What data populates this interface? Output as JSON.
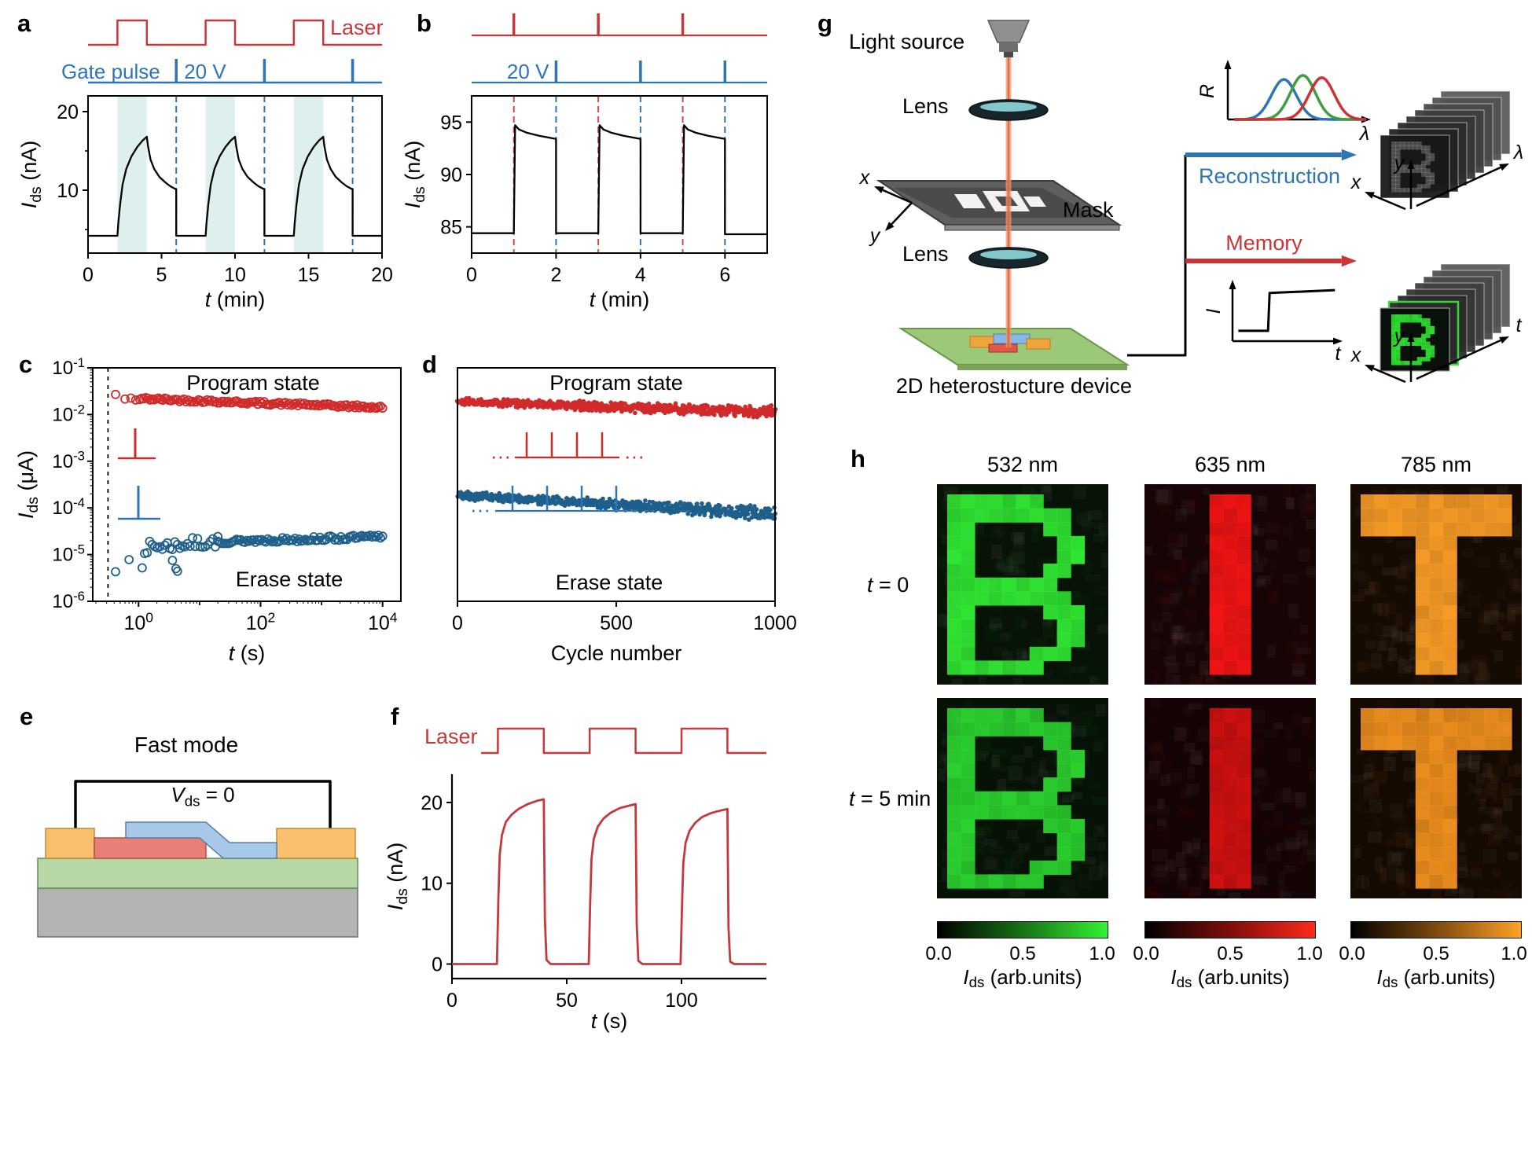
{
  "panel_labels": {
    "a": "a",
    "b": "b",
    "c": "c",
    "d": "d",
    "e": "e",
    "f": "f",
    "g": "g",
    "h": "h"
  },
  "chart_data": [
    {
      "id": "a",
      "type": "line",
      "xlabel": {
        "sym": "t",
        "rest": " (min)"
      },
      "ylabel": {
        "sym": "I",
        "sub": "ds",
        "rest": " (nA)"
      },
      "xlim": [
        0,
        20
      ],
      "ylim": [
        2,
        22
      ],
      "xticks": [
        0,
        5,
        10,
        15,
        20
      ],
      "yticks": [
        10,
        20
      ],
      "yticks_minor": [
        5,
        15
      ],
      "laser": {
        "label": "Laser",
        "color": "#c5393c",
        "high_intervals": [
          [
            2,
            4
          ],
          [
            8,
            10
          ],
          [
            14,
            16
          ]
        ]
      },
      "gate": {
        "label": "Gate pulse",
        "voltage": "20 V",
        "color": "#2e75b6",
        "pulse_times": [
          6,
          12,
          18
        ]
      },
      "shade_color": "#def0ee",
      "series": [
        {
          "name": "Ids",
          "color": "#000000",
          "cycle_offsets": [
            0,
            6,
            12
          ],
          "cycle_points": [
            [
              0,
              4.2
            ],
            [
              2,
              4.2
            ],
            [
              2.06,
              5.8
            ],
            [
              2.18,
              8.2
            ],
            [
              2.35,
              10.7
            ],
            [
              2.6,
              12.7
            ],
            [
              2.95,
              14.3
            ],
            [
              3.35,
              15.5
            ],
            [
              3.7,
              16.3
            ],
            [
              4,
              16.8
            ],
            [
              4.08,
              15.6
            ],
            [
              4.25,
              13.9
            ],
            [
              4.5,
              12.7
            ],
            [
              4.85,
              11.7
            ],
            [
              5.25,
              11.0
            ],
            [
              5.6,
              10.5
            ],
            [
              6,
              10.1
            ]
          ],
          "tail": [
            [
              18,
              4.2
            ],
            [
              20,
              4.2
            ]
          ]
        }
      ]
    },
    {
      "id": "b",
      "type": "line",
      "xlabel": {
        "sym": "t",
        "rest": " (min)"
      },
      "ylabel": {
        "sym": "I",
        "sub": "ds",
        "rest": " (nA)"
      },
      "xlim": [
        0,
        7
      ],
      "ylim": [
        82.5,
        97.5
      ],
      "xticks": [
        0,
        2,
        4,
        6
      ],
      "yticks": [
        85,
        90,
        95
      ],
      "laser": {
        "color": "#c5393c",
        "pulse_times": [
          1,
          3,
          5
        ]
      },
      "gate": {
        "voltage": "20 V",
        "color": "#2e75b6",
        "pulse_times": [
          2,
          4,
          6
        ]
      },
      "vlines_red": [
        1,
        3,
        5
      ],
      "vlines_bl": [
        2,
        4,
        6
      ],
      "series": [
        {
          "name": "Ids",
          "color": "#000000",
          "cycle_offsets": [
            0,
            2,
            4
          ],
          "cycle_points": [
            [
              0,
              84.4
            ],
            [
              1,
              84.4
            ],
            [
              1.03,
              94.7
            ],
            [
              1.12,
              94.3
            ],
            [
              1.3,
              94.0
            ],
            [
              1.6,
              93.7
            ],
            [
              2,
              93.4
            ]
          ],
          "tail": [
            [
              6,
              84.3
            ],
            [
              7,
              84.3
            ]
          ]
        }
      ]
    },
    {
      "id": "c",
      "type": "scatter",
      "xlabel": {
        "sym": "t",
        "rest": " (s)"
      },
      "ylabel": {
        "sym": "I",
        "sub": "ds",
        "rest": " (μA)"
      },
      "xscale": "log",
      "yscale": "log",
      "xlim_log": [
        -0.75,
        4.3
      ],
      "ylim_log": [
        -6,
        -1
      ],
      "xtick_exps": [
        0,
        2,
        4
      ],
      "xtick_minor_exps": [
        1,
        3
      ],
      "ytick_exps": [
        -1,
        -2,
        -3,
        -4,
        -5,
        -6
      ],
      "vline_dashed_x_log": -0.5,
      "annotations": {
        "program": "Program state",
        "erase": "Erase state"
      },
      "program": {
        "color": "#d02a2a",
        "marker": "open-circle",
        "lead_points": [
          [
            0.42,
            0.027
          ],
          [
            0.6,
            0.0215
          ],
          [
            0.75,
            0.0225
          ],
          [
            0.9,
            0.0205
          ],
          [
            1.05,
            0.021
          ]
        ],
        "trend": {
          "t_log": [
            0.05,
            4.0
          ],
          "y_log": [
            -1.66,
            -1.85
          ],
          "n": 115,
          "jitter": 0.035
        }
      },
      "erase": {
        "color": "#1f5f8b",
        "marker": "open-circle",
        "lead_points": [
          [
            0.42,
            4.3e-06
          ],
          [
            0.7,
            7.8e-06
          ],
          [
            1.15,
            5.2e-06
          ],
          [
            3.6,
            7.5e-06
          ],
          [
            4.1,
            5e-06
          ],
          [
            4.35,
            4.4e-06
          ]
        ],
        "cluster": {
          "t_log": [
            0.1,
            1.3
          ],
          "y_log": [
            -4.85,
            -4.72
          ],
          "n": 30,
          "jitter": 0.13
        },
        "trend": {
          "t_log": [
            1.3,
            4.0
          ],
          "y_log": [
            -4.72,
            -4.62
          ],
          "n": 80,
          "jitter": 0.05
        }
      },
      "pulse_icons": {
        "red_color": "#d02a2a",
        "blue_color": "#2e75b6"
      }
    },
    {
      "id": "d",
      "type": "scatter",
      "xlabel": {
        "text": "Cycle number"
      },
      "xlim": [
        0,
        1000
      ],
      "xticks": [
        0,
        500,
        1000
      ],
      "annotations": {
        "program": "Program state",
        "erase": "Erase state"
      },
      "program_band": {
        "color": "#d02a2a",
        "n": 650,
        "yfrac": [
          0.145,
          0.19
        ],
        "jitter": 0.018
      },
      "erase_band": {
        "color": "#1f5f8b",
        "n": 650,
        "yfrac": [
          0.545,
          0.625
        ],
        "jitter": 0.02
      },
      "pulse_trains": {
        "red": "#d02a2a",
        "blue": "#2e75b6",
        "dots": "···"
      }
    },
    {
      "id": "f",
      "type": "line",
      "xlabel": {
        "sym": "t",
        "rest": " (s)"
      },
      "ylabel": {
        "sym": "I",
        "sub": "ds",
        "rest": " (nA)"
      },
      "xlim": [
        0,
        137
      ],
      "ylim": [
        -1.8,
        23.5
      ],
      "xticks": [
        0,
        50,
        100
      ],
      "yticks": [
        0,
        10,
        20
      ],
      "laser": {
        "label": "Laser",
        "color": "#c5393c",
        "high_intervals": [
          [
            20,
            40
          ],
          [
            60,
            80
          ],
          [
            100,
            120
          ]
        ]
      },
      "series": [
        {
          "name": "Ids",
          "color": "#c5393c",
          "points": [
            [
              0,
              0
            ],
            [
              19.6,
              0
            ],
            [
              20.2,
              8
            ],
            [
              20.8,
              13.5
            ],
            [
              21.8,
              16
            ],
            [
              23.5,
              17.6
            ],
            [
              26,
              18.5
            ],
            [
              29,
              19.2
            ],
            [
              33,
              19.8
            ],
            [
              37,
              20.2
            ],
            [
              40,
              20.4
            ],
            [
              40.5,
              5.5
            ],
            [
              41.2,
              0.5
            ],
            [
              43,
              0
            ],
            [
              59.6,
              0
            ],
            [
              60.2,
              7.5
            ],
            [
              60.8,
              13
            ],
            [
              61.8,
              15.5
            ],
            [
              63.5,
              17
            ],
            [
              66,
              18
            ],
            [
              69,
              18.7
            ],
            [
              73,
              19.3
            ],
            [
              77,
              19.6
            ],
            [
              80,
              19.8
            ],
            [
              80.5,
              5
            ],
            [
              81.2,
              0.4
            ],
            [
              83,
              0
            ],
            [
              99.6,
              0
            ],
            [
              100.2,
              7
            ],
            [
              100.8,
              12.5
            ],
            [
              101.8,
              15
            ],
            [
              103.5,
              16.5
            ],
            [
              106,
              17.5
            ],
            [
              109,
              18.2
            ],
            [
              113,
              18.7
            ],
            [
              117,
              19.0
            ],
            [
              120,
              19.2
            ],
            [
              120.5,
              4.5
            ],
            [
              121.2,
              0.3
            ],
            [
              123,
              0
            ],
            [
              137,
              0
            ]
          ]
        }
      ]
    },
    {
      "id": "g_spectra",
      "type": "line",
      "xlabel": {
        "sym": "λ"
      },
      "ylabel": {
        "sym": "R"
      },
      "curves": [
        {
          "color": "#2e75b6",
          "center": 0.38,
          "width": 0.13,
          "amp": 0.88
        },
        {
          "color": "#3f9e3f",
          "center": 0.52,
          "width": 0.13,
          "amp": 0.97
        },
        {
          "color": "#cc3333",
          "center": 0.66,
          "width": 0.13,
          "amp": 0.92
        }
      ]
    },
    {
      "id": "g_step",
      "type": "line",
      "xlabel": {
        "sym": "t"
      },
      "ylabel": {
        "sym": "I"
      },
      "points_frac": [
        [
          0.04,
          0.15
        ],
        [
          0.32,
          0.15
        ],
        [
          0.335,
          0.8
        ],
        [
          0.95,
          0.85
        ]
      ]
    }
  ],
  "panel_e": {
    "title": "Fast mode",
    "bias": {
      "sym": "V",
      "sub": "ds",
      "rest": " = 0"
    },
    "colors": {
      "substrate": "#b3b3b3",
      "buffer": "#b7d7a6",
      "contact": "#fac06e",
      "flake_red": "#ea7f76",
      "flake_blue": "#a8c8e8"
    }
  },
  "panel_g": {
    "light_source": "Light source",
    "lens_top": "Lens",
    "lens_bottom": "Lens",
    "mask": "Mask",
    "device": "2D heterostucture device",
    "reconstruction": "Reconstruction",
    "memory": "Memory",
    "reconstruction_color": "#2e75b6",
    "memory_color": "#cc3333",
    "beam_color": "#e06a35",
    "axes": {
      "x": "x",
      "y": "y",
      "lambda": "λ",
      "t": "t",
      "R": "R",
      "I": "I"
    }
  },
  "panel_h": {
    "columns": [
      "532 nm",
      "635 nm",
      "785 nm"
    ],
    "rows": [
      {
        "sym": "t",
        "rest": " = 0"
      },
      {
        "sym": "t",
        "rest": " = 5 min"
      }
    ],
    "bitmaps": {
      "B": [
        "11111110000",
        "11111111100",
        "11000001100",
        "11000000110",
        "11000000110",
        "11000001100",
        "11111111000",
        "11111111100",
        "11000001110",
        "11000000110",
        "11000000110",
        "11000011100",
        "11111110000"
      ],
      "I": [
        "00001110000",
        "00001110000",
        "00001110000",
        "00001110000",
        "00001110000",
        "00001110000",
        "00001110000",
        "00001110000",
        "00001110000",
        "00001110000",
        "00001110000",
        "00001110000",
        "00001110000"
      ],
      "T": [
        "11111111111",
        "11111111111",
        "11111111111",
        "00001110000",
        "00001110000",
        "00001110000",
        "00001110000",
        "00001110000",
        "00001110000",
        "00001110000",
        "00001110000",
        "00001110000",
        "00001110000"
      ]
    },
    "tiles": [
      {
        "letter": "B",
        "fg": "#30e532",
        "bg": "#071307"
      },
      {
        "letter": "I",
        "fg": "#f21414",
        "bg": "#170404"
      },
      {
        "letter": "T",
        "fg": "#f79b26",
        "bg": "#160b03"
      },
      {
        "letter": "B",
        "fg": "#2bd12f",
        "bg": "#061206"
      },
      {
        "letter": "I",
        "fg": "#d01010",
        "bg": "#150404"
      },
      {
        "letter": "T",
        "fg": "#ee8e1e",
        "bg": "#150a02"
      }
    ],
    "colorbar_ticks": [
      "0.0",
      "0.5",
      "1.0"
    ],
    "colorbar_label": {
      "sym": "I",
      "sub": "ds",
      "rest": " (arb.units)"
    },
    "colorbars": [
      {
        "stops": [
          "#000000",
          "#1a7f18",
          "#35f235"
        ]
      },
      {
        "stops": [
          "#000000",
          "#8c100c",
          "#ff2a1a"
        ]
      },
      {
        "stops": [
          "#000000",
          "#8a5210",
          "#ffa228"
        ]
      }
    ]
  }
}
